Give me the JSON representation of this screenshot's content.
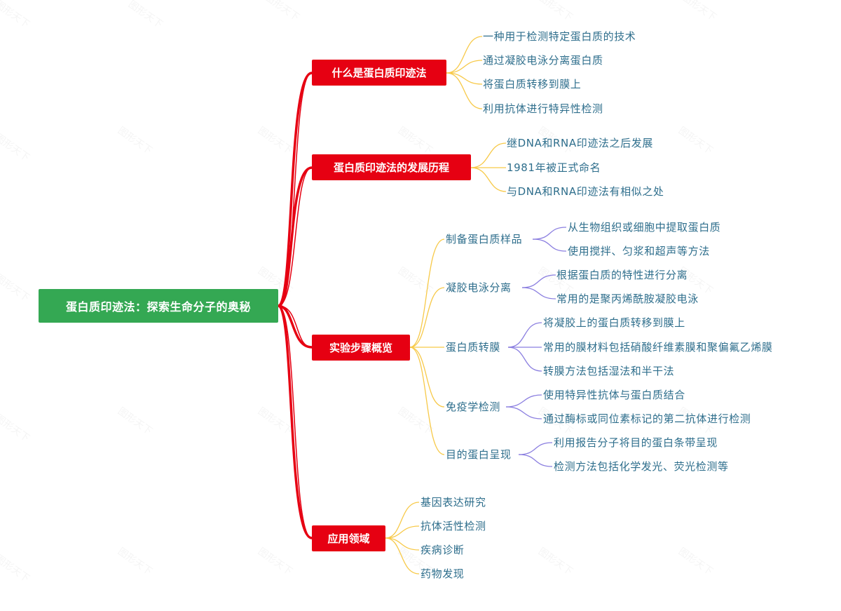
{
  "mindmap": {
    "root": "蛋白质印迹法：探索生命分子的奥秘",
    "watermark": "图形天下",
    "colors": {
      "root_fill": "#34a853",
      "main_fill": "#e60012",
      "main_link": "#e60012",
      "level2_link": "#f7c948",
      "level3_link": "#8b7fe0",
      "leaf_text": "#2e6e8c"
    },
    "branches": [
      {
        "title": "什么是蛋白质印迹法",
        "children": [
          {
            "text": "一种用于检测特定蛋白质的技术"
          },
          {
            "text": "通过凝胶电泳分离蛋白质"
          },
          {
            "text": "将蛋白质转移到膜上"
          },
          {
            "text": "利用抗体进行特异性检测"
          }
        ]
      },
      {
        "title": "蛋白质印迹法的发展历程",
        "children": [
          {
            "text": "继DNA和RNA印迹法之后发展"
          },
          {
            "text": "1981年被正式命名"
          },
          {
            "text": "与DNA和RNA印迹法有相似之处"
          }
        ]
      },
      {
        "title": "实验步骤概览",
        "children": [
          {
            "text": "制备蛋白质样品",
            "children": [
              "从生物组织或细胞中提取蛋白质",
              "使用搅拌、匀浆和超声等方法"
            ]
          },
          {
            "text": "凝胶电泳分离",
            "children": [
              "根据蛋白质的特性进行分离",
              "常用的是聚丙烯酰胺凝胶电泳"
            ]
          },
          {
            "text": "蛋白质转膜",
            "children": [
              "将凝胶上的蛋白质转移到膜上",
              "常用的膜材料包括硝酸纤维素膜和聚偏氟乙烯膜",
              "转膜方法包括湿法和半干法"
            ]
          },
          {
            "text": "免疫学检测",
            "children": [
              "使用特异性抗体与蛋白质结合",
              "通过酶标或同位素标记的第二抗体进行检测"
            ]
          },
          {
            "text": "目的蛋白呈现",
            "children": [
              "利用报告分子将目的蛋白条带呈现",
              "检测方法包括化学发光、荧光检测等"
            ]
          }
        ]
      },
      {
        "title": "应用领域",
        "children": [
          {
            "text": "基因表达研究"
          },
          {
            "text": "抗体活性检测"
          },
          {
            "text": "疾病诊断"
          },
          {
            "text": "药物发现"
          }
        ]
      }
    ]
  }
}
